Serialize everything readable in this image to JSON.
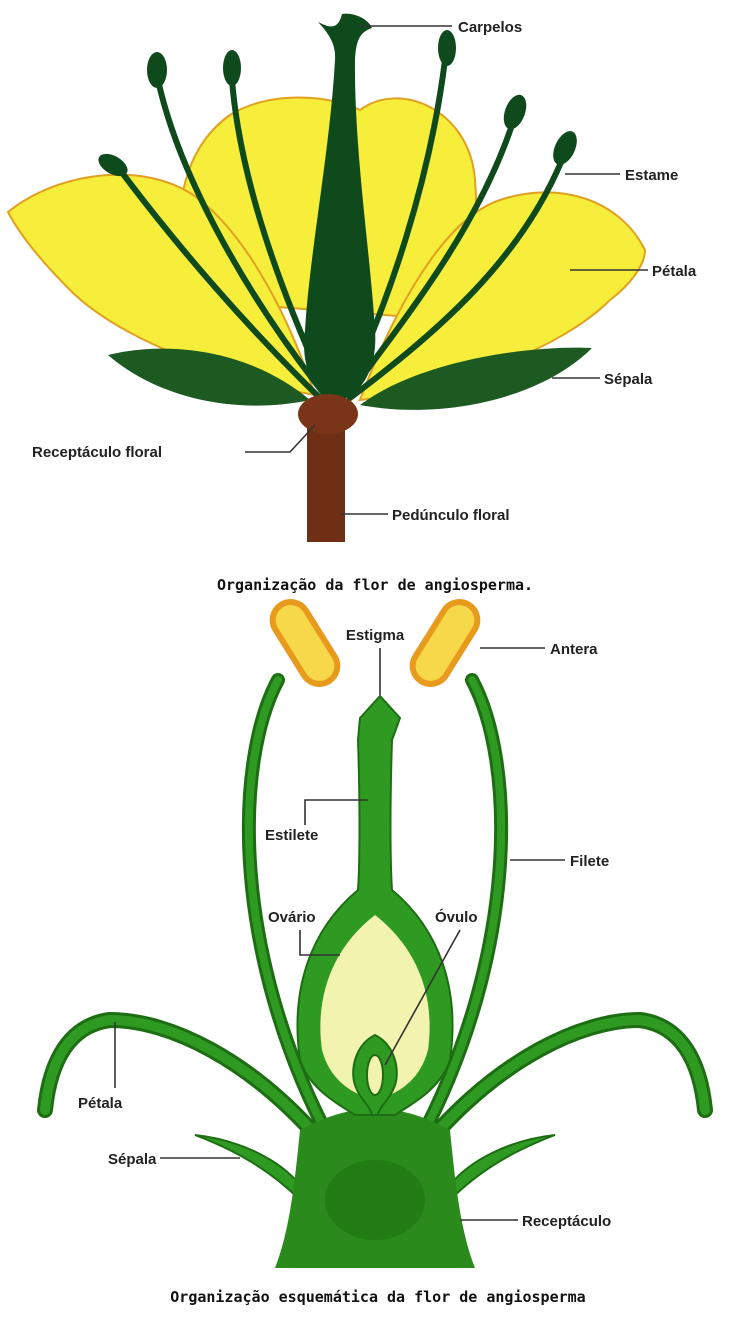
{
  "top_diagram": {
    "labels": {
      "carpels": "Carpelos",
      "stamen": "Estame",
      "petal": "Pétala",
      "sepal": "Sépala",
      "receptacle": "Receptáculo floral",
      "peduncle": "Pedúnculo floral"
    },
    "caption": "Organização da flor de angiosperma."
  },
  "bottom_diagram": {
    "labels": {
      "stigma": "Estigma",
      "anther": "Antera",
      "style": "Estilete",
      "filament": "Filete",
      "ovary": "Ovário",
      "ovule": "Óvulo",
      "petal": "Pétala",
      "sepal": "Sépala",
      "receptacle": "Receptáculo"
    },
    "caption": "Organização esquemática da flor de angiosperma"
  },
  "colors": {
    "petal_yellow": "#f6ee3a",
    "petal_outline": "#e0a020",
    "dark_green": "#0f4a1c",
    "brown": "#6e2f14",
    "schematic_green": "#2f9a22",
    "anther_orange": "#e89a1c"
  }
}
